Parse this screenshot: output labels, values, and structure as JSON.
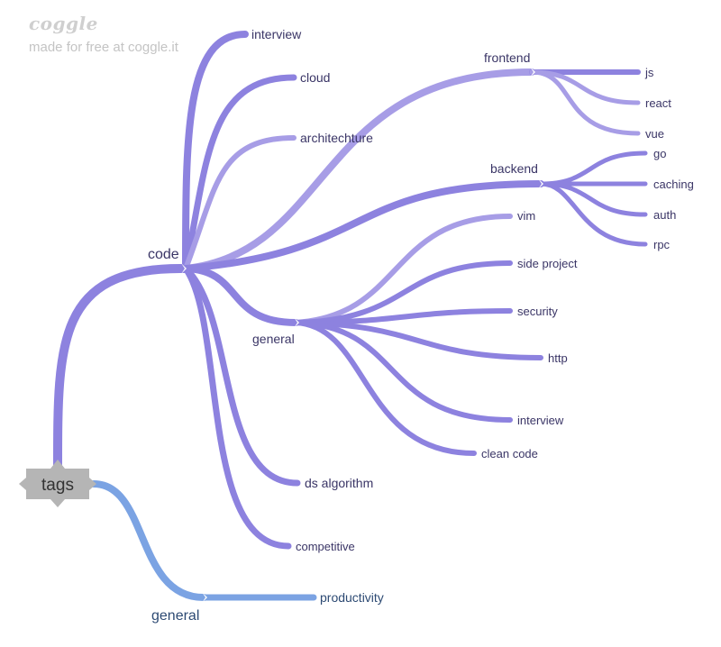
{
  "brand": {
    "logo": "coggle",
    "tagline": "made for free at coggle.it"
  },
  "colors": {
    "code_branch": "#8d82df",
    "code_light": "#a79de6",
    "general_branch": "#7ba3e3",
    "root_fill": "#b5b5b5",
    "label_dark": "#3a3566",
    "label_blue": "#2d4a73"
  },
  "mindmap": {
    "root": {
      "label": "tags"
    },
    "branches": [
      {
        "id": "code",
        "label": "code",
        "children": [
          {
            "id": "interview-code",
            "label": "interview"
          },
          {
            "id": "cloud",
            "label": "cloud"
          },
          {
            "id": "architechture",
            "label": "architechture"
          },
          {
            "id": "frontend",
            "label": "frontend",
            "children": [
              {
                "id": "js",
                "label": "js"
              },
              {
                "id": "react",
                "label": "react"
              },
              {
                "id": "vue",
                "label": "vue"
              }
            ]
          },
          {
            "id": "backend",
            "label": "backend",
            "children": [
              {
                "id": "go",
                "label": "go"
              },
              {
                "id": "caching",
                "label": "caching"
              },
              {
                "id": "auth",
                "label": "auth"
              },
              {
                "id": "rpc",
                "label": "rpc"
              }
            ]
          },
          {
            "id": "general-code",
            "label": "general",
            "children": [
              {
                "id": "vim",
                "label": "vim"
              },
              {
                "id": "side-project",
                "label": "side project"
              },
              {
                "id": "security",
                "label": "security"
              },
              {
                "id": "http",
                "label": "http"
              },
              {
                "id": "interview-general",
                "label": "interview"
              },
              {
                "id": "clean-code",
                "label": "clean code"
              }
            ]
          },
          {
            "id": "ds-algorithm",
            "label": "ds algorithm"
          },
          {
            "id": "competitive",
            "label": "competitive"
          }
        ]
      },
      {
        "id": "general-root",
        "label": "general",
        "children": [
          {
            "id": "productivity",
            "label": "productivity"
          }
        ]
      }
    ]
  }
}
